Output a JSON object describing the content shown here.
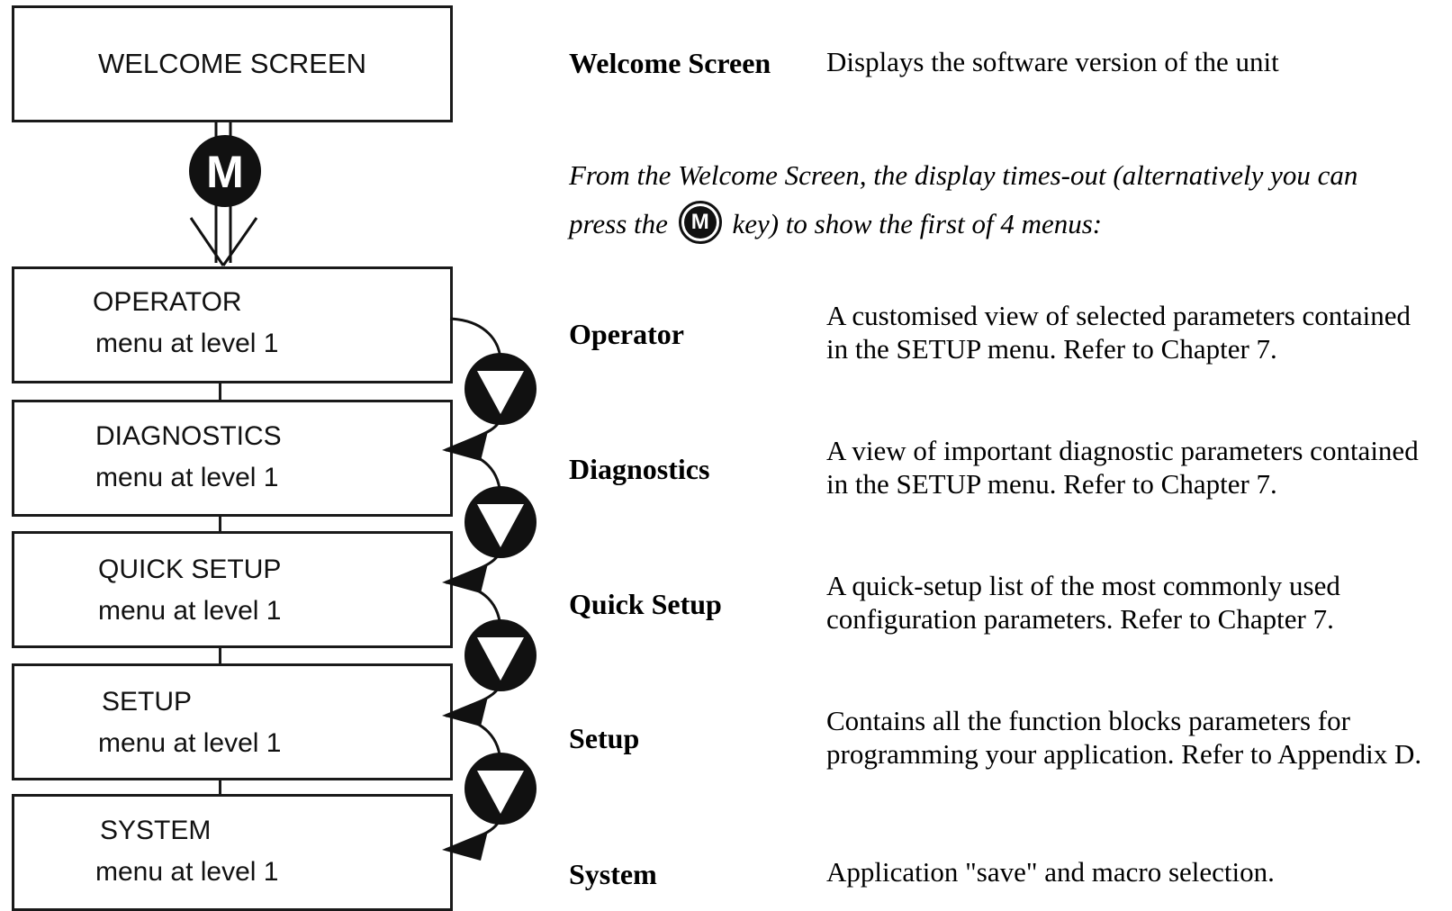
{
  "diagram": {
    "welcome_box": {
      "title": "WELCOME SCREEN"
    },
    "m_key_label": "M",
    "menu_boxes": [
      {
        "title": "OPERATOR",
        "subtitle": "menu at level 1"
      },
      {
        "title": "DIAGNOSTICS",
        "subtitle": "menu at level 1"
      },
      {
        "title": "QUICK SETUP",
        "subtitle": "menu at level 1"
      },
      {
        "title": "SETUP",
        "subtitle": "menu at level 1"
      },
      {
        "title": "SYSTEM",
        "subtitle": "menu at level 1"
      }
    ],
    "down_key_icon": "down-triangle-key-icon"
  },
  "text": {
    "welcome": {
      "term": "Welcome Screen",
      "description": "Displays the software version of the unit"
    },
    "intro": {
      "line1": "From the Welcome Screen, the display times-out (alternatively you can",
      "line2_before": "press the",
      "key_label": "M",
      "line2_after": "key) to show the first of 4 menus:"
    },
    "menus": [
      {
        "term": "Operator",
        "line1": "A customised view of selected parameters contained",
        "line2": "in the SETUP menu. Refer to Chapter 7."
      },
      {
        "term": "Diagnostics",
        "line1": "A view of important diagnostic parameters contained",
        "line2": "in the SETUP menu. Refer to Chapter 7."
      },
      {
        "term": "Quick Setup",
        "line1": "A quick-setup list of the most commonly used",
        "line2": "configuration parameters. Refer to Chapter 7."
      },
      {
        "term": "Setup",
        "line1": "Contains all the function blocks parameters for",
        "line2": "programming your application. Refer to Appendix D."
      },
      {
        "term": "System",
        "line1": "Application \"save\" and macro selection.",
        "line2": ""
      }
    ]
  }
}
